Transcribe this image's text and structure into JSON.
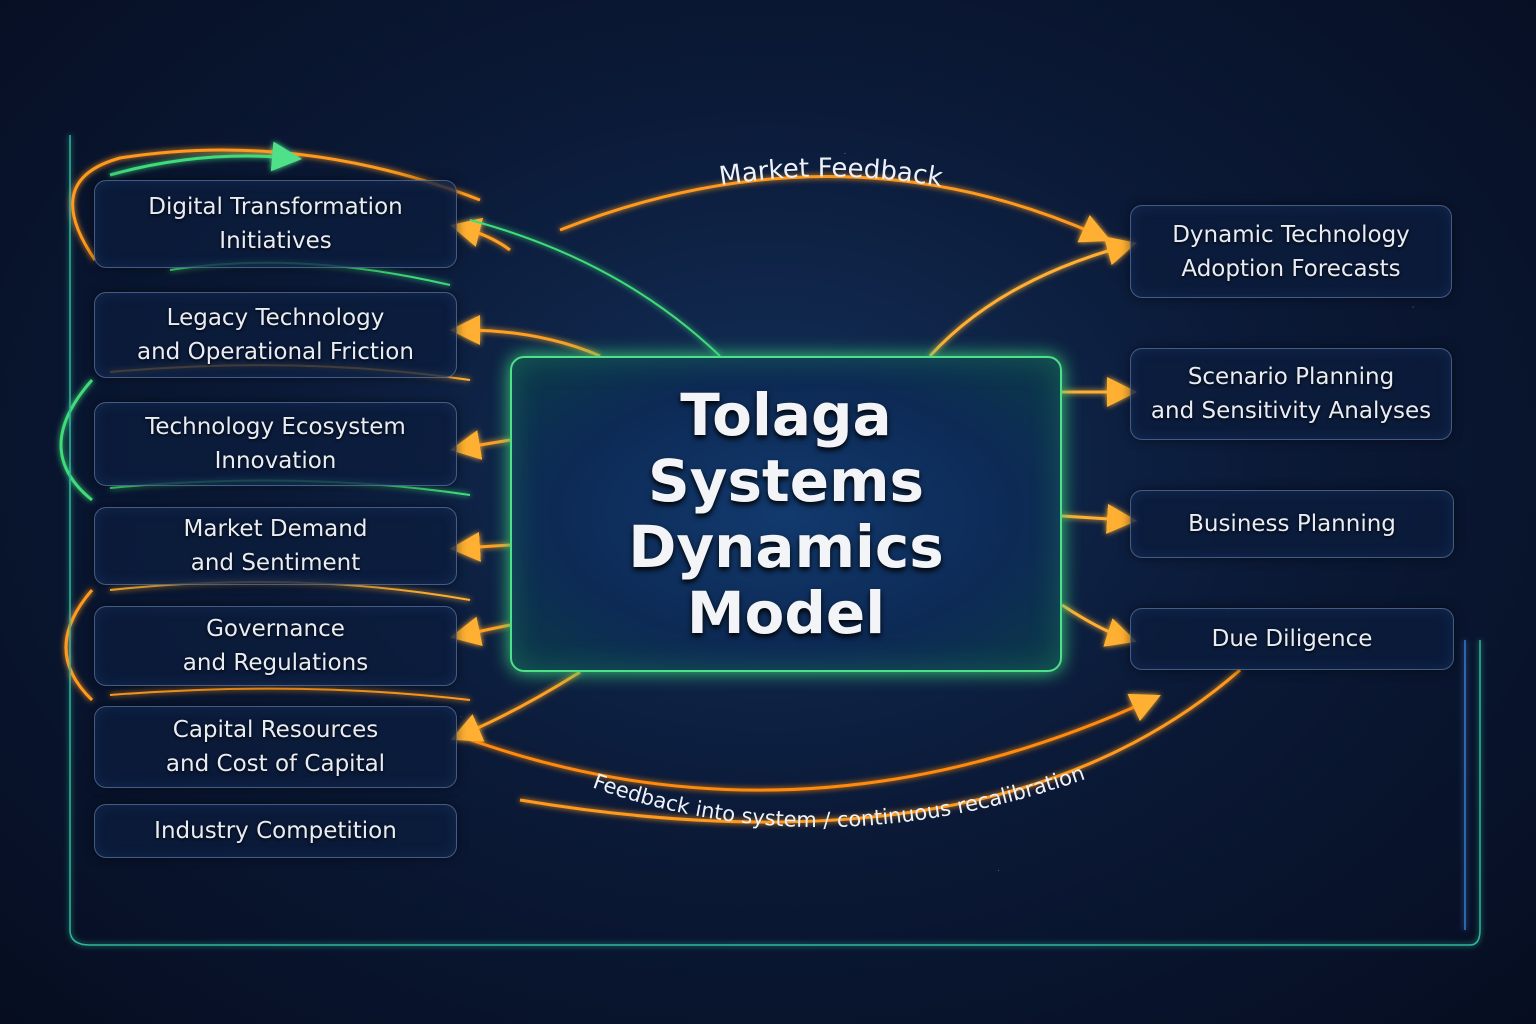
{
  "title": {
    "lines": [
      "Tolaga",
      "Systems",
      "Dynamics",
      "Model"
    ]
  },
  "inputs": [
    {
      "line1": "Digital Transformation",
      "line2": "Initiatives"
    },
    {
      "line1": "Legacy Technology",
      "line2": "and Operational Friction"
    },
    {
      "line1": "Technology Ecosystem",
      "line2": "Innovation"
    },
    {
      "line1": "Market Demand",
      "line2": "and Sentiment"
    },
    {
      "line1": "Governance",
      "line2": "and Regulations"
    },
    {
      "line1": "Capital Resources",
      "line2": "and Cost of Capital"
    },
    {
      "line1": "Industry Competition",
      "line2": ""
    }
  ],
  "outputs": [
    {
      "line1": "Dynamic Technology",
      "line2": "Adoption Forecasts"
    },
    {
      "line1": "Scenario Planning",
      "line2": "and Sensitivity Analyses"
    },
    {
      "line1": "Business Planning",
      "line2": ""
    },
    {
      "line1": "Due Diligence",
      "line2": ""
    }
  ],
  "loops": {
    "top_label": "Market Feedback",
    "bottom_label": "Feedback into system / continuous recalibration"
  },
  "colors": {
    "orange_flow": "#ff9a1f",
    "green_flow": "#3fdc7a",
    "center_border": "#4fe08a",
    "background": "#0b1a38"
  }
}
